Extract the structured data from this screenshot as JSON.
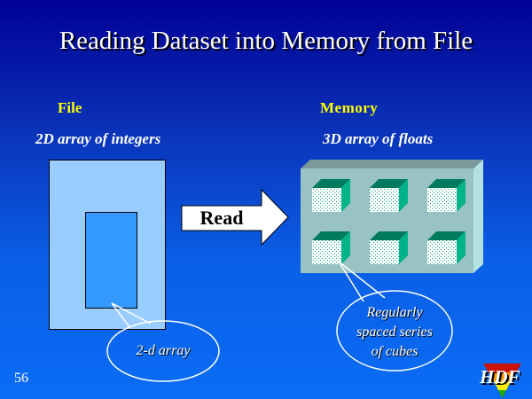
{
  "slide": {
    "title": "Reading Dataset into Memory from File",
    "page_number": "56",
    "logo": "HDF"
  },
  "file_panel": {
    "heading": "File",
    "subheading": "2D array of integers",
    "callout": "2-d array"
  },
  "memory_panel": {
    "heading": "Memory",
    "subheading": "3D array of floats",
    "callout_lines": [
      "Regularly",
      "spaced series",
      "of cubes"
    ],
    "cube_rows": 2,
    "cube_cols": 3
  },
  "arrow": {
    "label": "Read"
  },
  "colors": {
    "heading": "#ffff00",
    "file_outer": "#99ccff",
    "file_inner": "#3399ff",
    "memory_block": "#99c3c3",
    "cube_top": "#007a5c",
    "cube_side": "#00b389"
  }
}
